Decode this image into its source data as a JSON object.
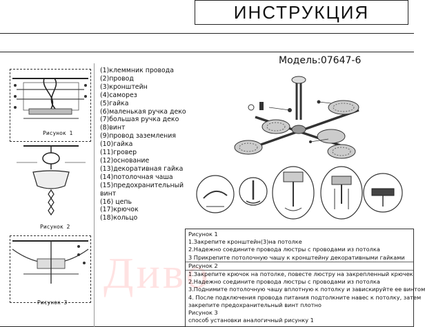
{
  "header": {
    "title": "ИНСТРУКЦИЯ"
  },
  "model": {
    "label": "Модель:07647-6"
  },
  "figures": {
    "fig1": "Рисунок 1",
    "fig2": "Рисунок 2",
    "fig3": "Рисунок 3"
  },
  "parts": [
    "(1)клеммник провода",
    "(2)провод",
    "(3)кронштейн",
    "(4)саморез",
    "(5)гайка",
    "(6)маленькая ручка деко",
    "(7)большая ручка деко",
    "(8)винт",
    "(9)провод заземления",
    "(10)гайка",
    "(11)гровер",
    "(12)основание",
    "(13)декоративная гайка",
    "(14)потолочная чаша",
    "(15)предохранительный винт",
    "(16) цепь",
    "(17)крючок",
    "(18)кольцо"
  ],
  "instructions": [
    "Рисунок 1",
    "1.Закрепите кронштейн(3)на потолке",
    "2.Надежно соедините провода люстры с проводами из потолка",
    "3 Прикрепите потолочную чашу к кронштейну декоративными гайками",
    "Рисунок 2",
    "1.Закрепите крючок на потолке, повесте люстру на закрепленный крючек",
    "2.Надежно соедините провода люстры с проводами из потолка",
    "3.Поднимите потолочную чашу вплотную к потолку и завискируйте ее винтом",
    "4. После подключения провода питания подтолкните навес к потолку, затем",
    "закрепите предохранительный винт плотно",
    "Рисунок 3",
    " способ установки аналогичный рисунку 1"
  ],
  "watermark": "Диво"
}
